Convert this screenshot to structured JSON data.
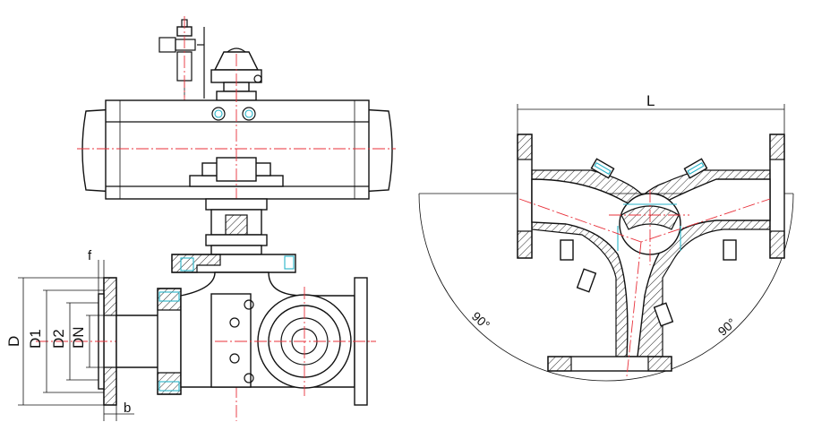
{
  "colors": {
    "outline": "#111111",
    "centerline": "#e8303a",
    "accent": "#27b3c8",
    "background": "#ffffff"
  },
  "front_view": {
    "dimensions": {
      "outer_diameter": "D",
      "bolt_circle": "D1",
      "raised_face": "D2",
      "nominal_bore": "DN",
      "face_height": "f",
      "flange_thickness": "b"
    }
  },
  "section_view": {
    "dimensions": {
      "length": "L",
      "angle_left": "90°",
      "angle_right": "90°"
    }
  }
}
